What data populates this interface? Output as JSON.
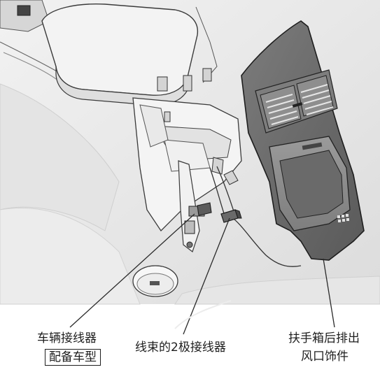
{
  "labels": {
    "vehicle_connector": "车辆接线器",
    "equipped_models": "配备车型",
    "harness_connector": "线束的2极接线器",
    "trim_line1": "扶手箱后排出",
    "trim_line2": "风口饰件"
  },
  "colors": {
    "line": "#2a2a2a",
    "panel_dark": "#6e6e6e",
    "panel_mid": "#8c8c8c",
    "panel_light": "#b4b4b4",
    "background_surface": "#e9e9e9"
  }
}
